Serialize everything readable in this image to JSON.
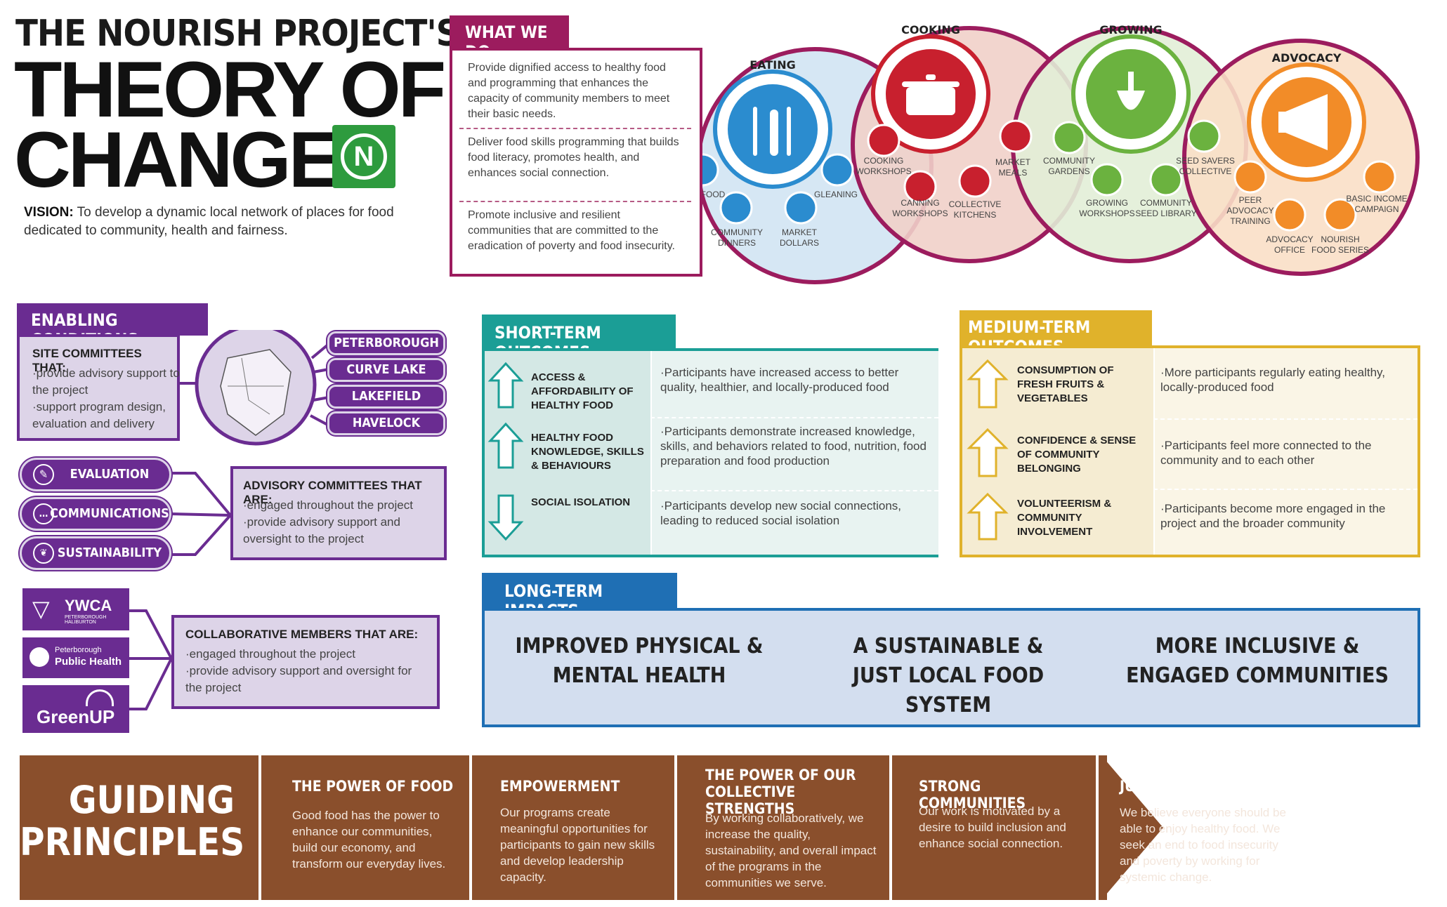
{
  "header": {
    "title_line1": "THE NOURISH PROJECT'S",
    "title_line2": "THEORY OF",
    "title_line3": "CHANGE",
    "logo_letter": "N",
    "vision_label": "VISION:",
    "vision_text": "To develop a dynamic local network of places for food dedicated to community, health and fairness."
  },
  "what_we_do": {
    "tab": "WHAT WE DO",
    "items": [
      "Provide dignified access to healthy food and programming that enhances the capacity of community members to meet their basic needs.",
      "Deliver food skills programming that builds food literacy, promotes health, and enhances social connection.",
      "Promote inclusive and resilient communities that are committed to the eradication of poverty and food insecurity."
    ],
    "circles": [
      {
        "name": "EATING",
        "color": "#2b8ccf",
        "bg": "#d6e7f4",
        "programs": [
          "JUSTFOOD",
          "COMMUNITY DINNERS",
          "MARKET DOLLARS",
          "GLEANING"
        ]
      },
      {
        "name": "COOKING",
        "color": "#c8202e",
        "bg": "#f1d0c9",
        "programs": [
          "COOKING WORKSHOPS",
          "CANNING WORKSHOPS",
          "COLLECTIVE KITCHENS",
          "MARKET MEALS"
        ]
      },
      {
        "name": "GROWING",
        "color": "#6bb23f",
        "bg": "#e2eed7",
        "programs": [
          "COMMUNITY GARDENS",
          "GROWING WORKSHOPS",
          "COMMUNITY SEED LIBRARY",
          "SEED SAVERS COLLECTIVE"
        ]
      },
      {
        "name": "ADVOCACY",
        "color": "#f28c28",
        "bg": "#f9dfc6",
        "programs": [
          "PEER ADVOCACY TRAINING",
          "ADVOCACY OFFICE",
          "NOURISH FOOD SERIES",
          "BASIC INCOME CAMPAIGN"
        ]
      }
    ]
  },
  "enabling": {
    "tab": "ENABLING CONDITIONS",
    "site_title": "SITE COMMITTEES THAT:",
    "site_items": [
      "·provide advisory support to the project",
      "·support program design, evaluation and delivery"
    ],
    "towns": [
      "PETERBOROUGH",
      "CURVE LAKE",
      "LAKEFIELD",
      "HAVELOCK"
    ],
    "pills": [
      "EVALUATION",
      "COMMUNICATIONS",
      "SUSTAINABILITY"
    ],
    "advisory_title": "ADVISORY COMMITTEES THAT ARE:",
    "advisory_items": [
      "·engaged throughout the project",
      "·provide advisory support and oversight to the project"
    ],
    "partners": [
      "YWCA",
      "PETERBOROUGH HALIBURTON",
      "Peterborough",
      "Public Health",
      "GreenUP"
    ],
    "collab_title": "COLLABORATIVE MEMBERS THAT ARE:",
    "collab_items": [
      "·engaged throughout the project",
      "·provide advisory support and oversight for the project"
    ]
  },
  "short_term": {
    "tab": "SHORT-TERM OUTCOMES",
    "rows": [
      {
        "label": "ACCESS & AFFORDABILITY OF HEALTHY FOOD",
        "dir": "up",
        "text": "·Participants have increased access to better quality, healthier, and locally-produced food"
      },
      {
        "label": "HEALTHY FOOD KNOWLEDGE, SKILLS & BEHAVIOURS",
        "dir": "up",
        "text": "·Participants demonstrate increased knowledge, skills, and behaviors related to food, nutrition, food preparation and food production"
      },
      {
        "label": "SOCIAL ISOLATION",
        "dir": "down",
        "text": "·Participants develop new social connections, leading to reduced social isolation"
      }
    ]
  },
  "medium_term": {
    "tab": "MEDIUM-TERM OUTCOMES",
    "rows": [
      {
        "label": "CONSUMPTION OF FRESH FRUITS & VEGETABLES",
        "dir": "up",
        "text": "·More participants regularly eating healthy, locally-produced food"
      },
      {
        "label": "CONFIDENCE & SENSE OF COMMUNITY BELONGING",
        "dir": "up",
        "text": "·Participants feel more connected to the community and to each other"
      },
      {
        "label": "VOLUNTEERISM & COMMUNITY INVOLVEMENT",
        "dir": "up",
        "text": "·Participants become more engaged in the project and the broader community"
      }
    ]
  },
  "long_term": {
    "tab": "LONG-TERM IMPACTS",
    "impacts": [
      {
        "l1": "IMPROVED PHYSICAL &",
        "l2": "MENTAL HEALTH"
      },
      {
        "l1": "A SUSTAINABLE &",
        "l2": "JUST LOCAL FOOD SYSTEM"
      },
      {
        "l1": "MORE INCLUSIVE &",
        "l2": "ENGAGED COMMUNITIES"
      }
    ]
  },
  "guiding": {
    "title_l1": "GUIDING",
    "title_l2": "PRINCIPLES",
    "principles": [
      {
        "head": "THE POWER OF FOOD",
        "text": "Good food has the power to enhance our communities, build our economy, and transform our everyday lives."
      },
      {
        "head": "EMPOWERMENT",
        "text": "Our programs create meaningful opportunities for participants to gain new skills and develop leadership capacity."
      },
      {
        "head": "THE POWER OF OUR COLLECTIVE STRENGTHS",
        "text": "By working collaboratively, we increase the quality, sustainability, and overall impact of the programs in the communities we serve."
      },
      {
        "head": "STRONG COMMUNITIES",
        "text": "Our work is motivated by a desire to build inclusion and enhance social connection."
      },
      {
        "head": "JUSTICE & FAIRNESS",
        "text": "We believe everyone should be able to enjoy healthy food. We seek an end to food insecurity and poverty by working for systemic change."
      }
    ]
  }
}
